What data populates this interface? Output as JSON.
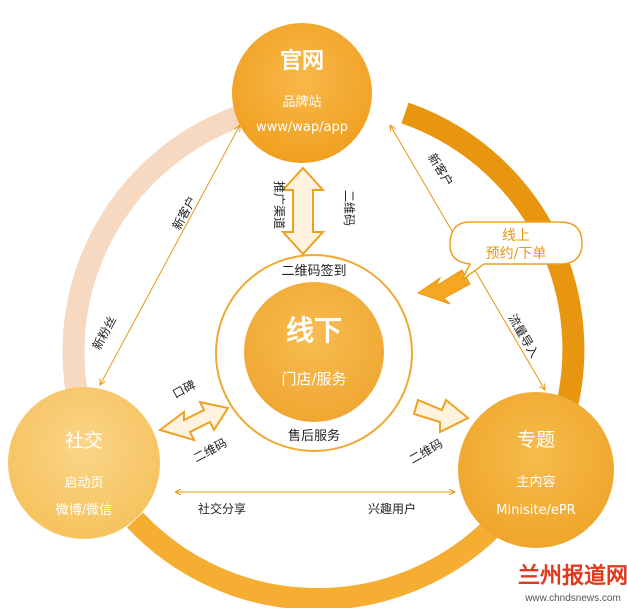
{
  "nodes": {
    "top": {
      "title": "官网",
      "line1": "品牌站",
      "line2": "www/wap/app"
    },
    "left": {
      "title": "社交",
      "line1": "启动页",
      "line2": "微博/微信"
    },
    "right": {
      "title": "专题",
      "line1": "主内容",
      "line2": "Minisite/ePR"
    },
    "center": {
      "title": "线下",
      "line1": "门店/服务",
      "top_label": "二维码签到",
      "bottom_label": "售后服务"
    }
  },
  "edges": {
    "top_left_upper": "新客户",
    "top_left_lower": "新粉丝",
    "top_right_upper": "新客户",
    "top_right_lower": "流量导入",
    "top_center_left": "推广渠道",
    "top_center_right": "二维码",
    "left_center_upper": "口碑",
    "left_center_lower": "二维码",
    "right_center": "二维码",
    "left_right_left": "社交分享",
    "left_right_right": "兴趣用户"
  },
  "callout": {
    "line1": "线上",
    "line2": "预约/下单"
  },
  "watermark": {
    "logo": "兰州报道网",
    "site": "www.chndsnews.com"
  },
  "colors": {
    "orange": "#F5A623",
    "dark_orange": "#E8960F",
    "light_peach": "#F7D8C0",
    "arrow_fill": "#FFF3E0"
  }
}
